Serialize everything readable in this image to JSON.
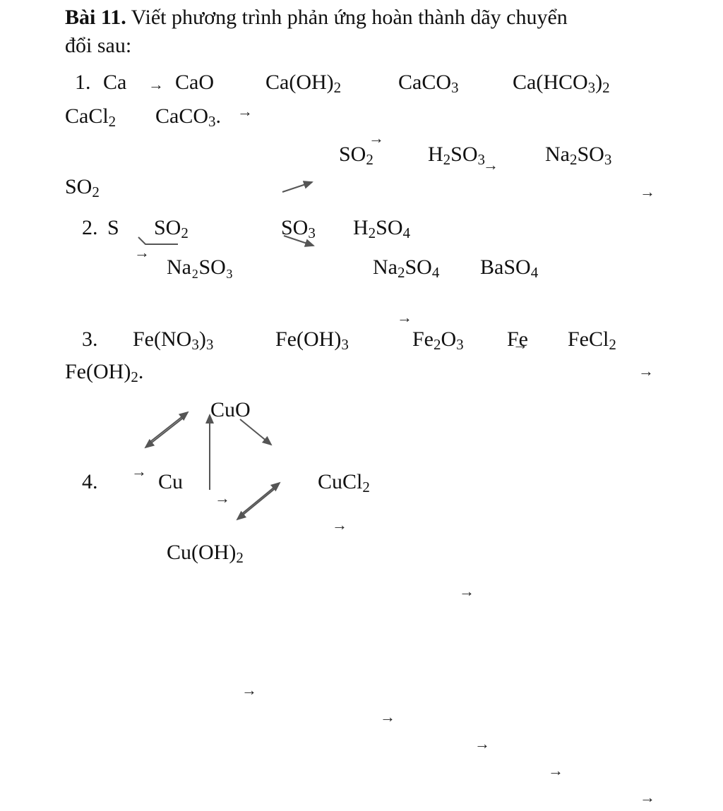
{
  "title": {
    "bold": "Bài 11.",
    "text1": " Viết phương trình phản ứng hoàn thành dãy chuyển",
    "text2": "đổi sau:"
  },
  "arrow": "→",
  "p1": {
    "number": "1.",
    "line1": [
      "Ca",
      "CaO",
      "Ca(OH)₂",
      "CaCO₃",
      "Ca(HCO₃)₂"
    ],
    "line2": [
      "CaCl₂",
      "CaCO₃."
    ]
  },
  "p2": {
    "number": "2.",
    "top_line": [
      "SO₂",
      "H₂SO₃",
      "Na₂SO₃"
    ],
    "top_tail": "SO₂",
    "main": [
      "S",
      "SO₂",
      "SO₃",
      "H₂SO₄"
    ],
    "branch1": "Na₂SO₃",
    "branch2": [
      "Na₂SO₄",
      "BaSO₄"
    ]
  },
  "p3": {
    "number": "3.",
    "line1": [
      "Fe(NO₃)₃",
      "Fe(OH)₃",
      "Fe₂O₃",
      "Fe",
      "FeCl₂"
    ],
    "line2": "Fe(OH)₂."
  },
  "p4": {
    "number": "4.",
    "cuo": "CuO",
    "cu": "Cu",
    "cucl2": "CuCl₂",
    "cuoh2": "Cu(OH)₂"
  }
}
